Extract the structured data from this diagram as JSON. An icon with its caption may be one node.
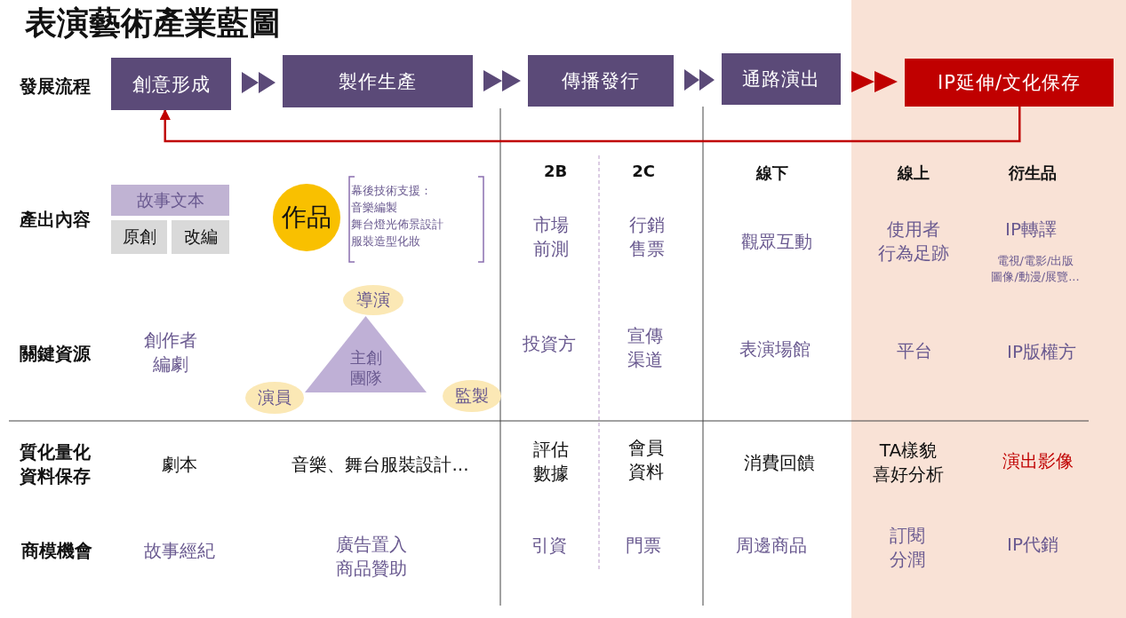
{
  "diagram": {
    "title": "表演藝術產業藍圖",
    "nodes": [
      {
        "text": [
          "創意形成"
        ]
      },
      {
        "text": [
          "製作生產"
        ]
      },
      {
        "text": [
          "傳播發行"
        ]
      },
      {
        "text": [
          "通路演出"
        ]
      },
      {
        "text": [
          "IP延伸/文化保存"
        ]
      },
      {
        "text": [
          "故事文本"
        ]
      },
      {
        "text": [
          "原創"
        ]
      },
      {
        "text": [
          "改編"
        ]
      },
      {
        "text": [
          "作品"
        ],
        "beside": [
          "幕後技術支援：",
          "音樂編製",
          "舞台燈光佈景設計",
          "服裝造型化妝"
        ]
      },
      {
        "text": [
          "主創團隊"
        ]
      },
      {
        "text": [
          "導演"
        ]
      },
      {
        "text": [
          "演員"
        ]
      },
      {
        "text": [
          "監製"
        ]
      }
    ],
    "edges": [
      {
        "from": 0,
        "to": 1,
        "arrow": "to"
      },
      {
        "from": 1,
        "to": 2,
        "arrow": "to"
      },
      {
        "from": 2,
        "to": 3,
        "arrow": "to"
      },
      {
        "from": 3,
        "to": 4,
        "arrow": "to",
        "color": "#c00000"
      },
      {
        "from": 4,
        "to": 0,
        "arrow": "to",
        "color": "#c00000"
      }
    ],
    "labels": [
      "發展流程",
      "2B",
      "2C",
      "線下",
      "線上",
      "衍生品",
      "產出內容",
      "市場前測",
      "行銷售票",
      "觀眾互動",
      "使用者行為足跡",
      "IP轉譯",
      "電視/電影/出版圖像/動漫/展覽...",
      "關鍵資源",
      "創作者編劇",
      "投資方",
      "宣傳渠道",
      "表演場館",
      "平台",
      "IP版權方",
      "質化量化資料保存",
      "劇本",
      "音樂、舞台服裝設計...",
      "評估數據",
      "會員資料",
      "消費回饋",
      "TA樣貌喜好分析",
      "演出影像",
      "商模機會",
      "故事經紀",
      "廣告置入商品贊助",
      "引資",
      "門票",
      "周邊商品",
      "訂閱分潤",
      "IP代銷"
    ]
  }
}
